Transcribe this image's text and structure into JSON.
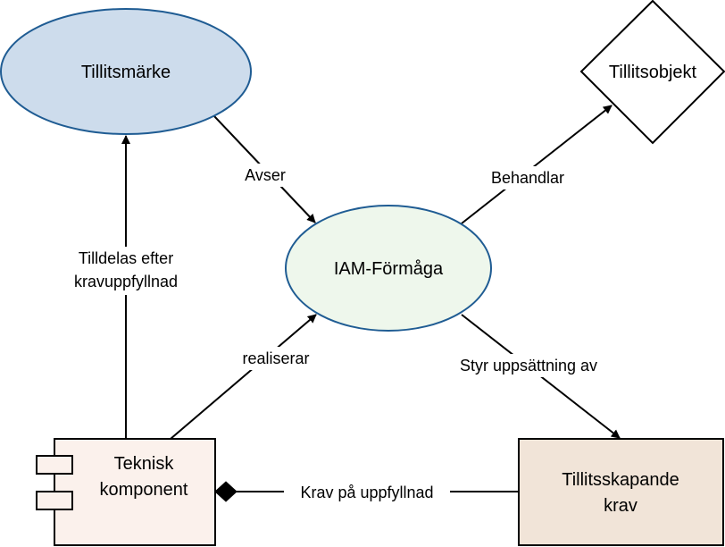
{
  "colors": {
    "ellipse_blue_fill": "#cddcec",
    "ellipse_blue_stroke": "#1f5c93",
    "ellipse_green_fill": "#eef7ec",
    "ellipse_green_stroke": "#1f5c93",
    "component_fill": "#fbf1ec",
    "requirement_fill": "#f1e4d8",
    "line": "#000000",
    "background": "#ffffff"
  },
  "nodes": {
    "tillitsmarke": {
      "label": "Tillitsmärke",
      "shape": "ellipse"
    },
    "tillitsobjekt": {
      "label": "Tillitsobjekt",
      "shape": "diamond"
    },
    "iam_formaga": {
      "label": "IAM-Förmåga",
      "shape": "ellipse"
    },
    "teknisk_komponent": {
      "line1": "Teknisk",
      "line2": "komponent",
      "shape": "uml-component"
    },
    "tillitsskapande_krav": {
      "line1": "Tillitsskapande",
      "line2": "krav",
      "shape": "rectangle"
    }
  },
  "edges": {
    "avser": {
      "label": "Avser"
    },
    "behandlar": {
      "label": "Behandlar"
    },
    "tilldelas": {
      "line1": "Tilldelas efter",
      "line2": "kravuppfyllnad"
    },
    "realiserar": {
      "label": "realiserar"
    },
    "styr": {
      "label": "Styr uppsättning av"
    },
    "krav": {
      "label": "Krav på uppfyllnad"
    }
  }
}
